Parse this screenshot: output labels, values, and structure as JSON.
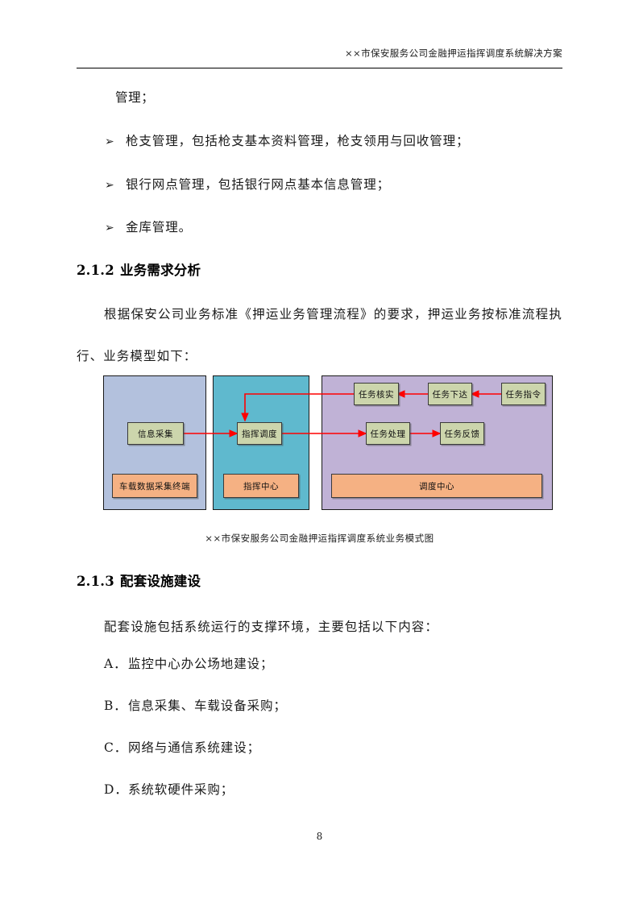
{
  "header": {
    "running_title": "××市保安服务公司金融押运指挥调度系统解决方案"
  },
  "content": {
    "continued_line": "管理；",
    "bullets": [
      {
        "mark": "➢",
        "text": "枪支管理，包括枪支基本资料管理，枪支领用与回收管理；"
      },
      {
        "mark": "➢",
        "text": "银行网点管理，包括银行网点基本信息管理；"
      },
      {
        "mark": "➢",
        "text": "金库管理。"
      }
    ],
    "section_212": {
      "number": "2.1.2",
      "title": "业务需求分析",
      "paragraph": "根据保安公司业务标准《押运业务管理流程》的要求，押运业务按标准流程执行、业务模型如下："
    },
    "section_213": {
      "number": "2.1.3",
      "title": "配套设施建设",
      "paragraph": "配套设施包括系统运行的支撑环境，主要包括以下内容：",
      "items": [
        {
          "mark": "A．",
          "text": "监控中心办公场地建设；"
        },
        {
          "mark": "B．",
          "text": "信息采集、车载设备采购；"
        },
        {
          "mark": "C．",
          "text": "网络与通信系统建设；"
        },
        {
          "mark": "D．",
          "text": "系统软硬件采购；"
        }
      ]
    }
  },
  "diagram": {
    "caption": "××市保安服务公司金融押运指挥调度系统业务模式图",
    "colors": {
      "panel_vehicle": "#b3c1dd",
      "panel_command": "#5fb9ce",
      "panel_dispatch": "#c0b2d6",
      "process_box": "#ccd5ac",
      "role_box": "#f5b183",
      "arrow": "#ff0000",
      "border": "#1a1a1a"
    },
    "panels": [
      {
        "id": "vehicle",
        "role_label": "车载数据采集终端"
      },
      {
        "id": "command",
        "role_label": "指挥中心"
      },
      {
        "id": "dispatch",
        "role_label": "调度中心"
      }
    ],
    "nodes": {
      "info_collect": "信息采集",
      "command_dispatch": "指挥调度",
      "task_verify": "任务核实",
      "task_assign": "任务下达",
      "task_order": "任务指令",
      "task_process": "任务处理",
      "task_feedback": "任务反馈"
    }
  },
  "footer": {
    "page_number": "8"
  }
}
